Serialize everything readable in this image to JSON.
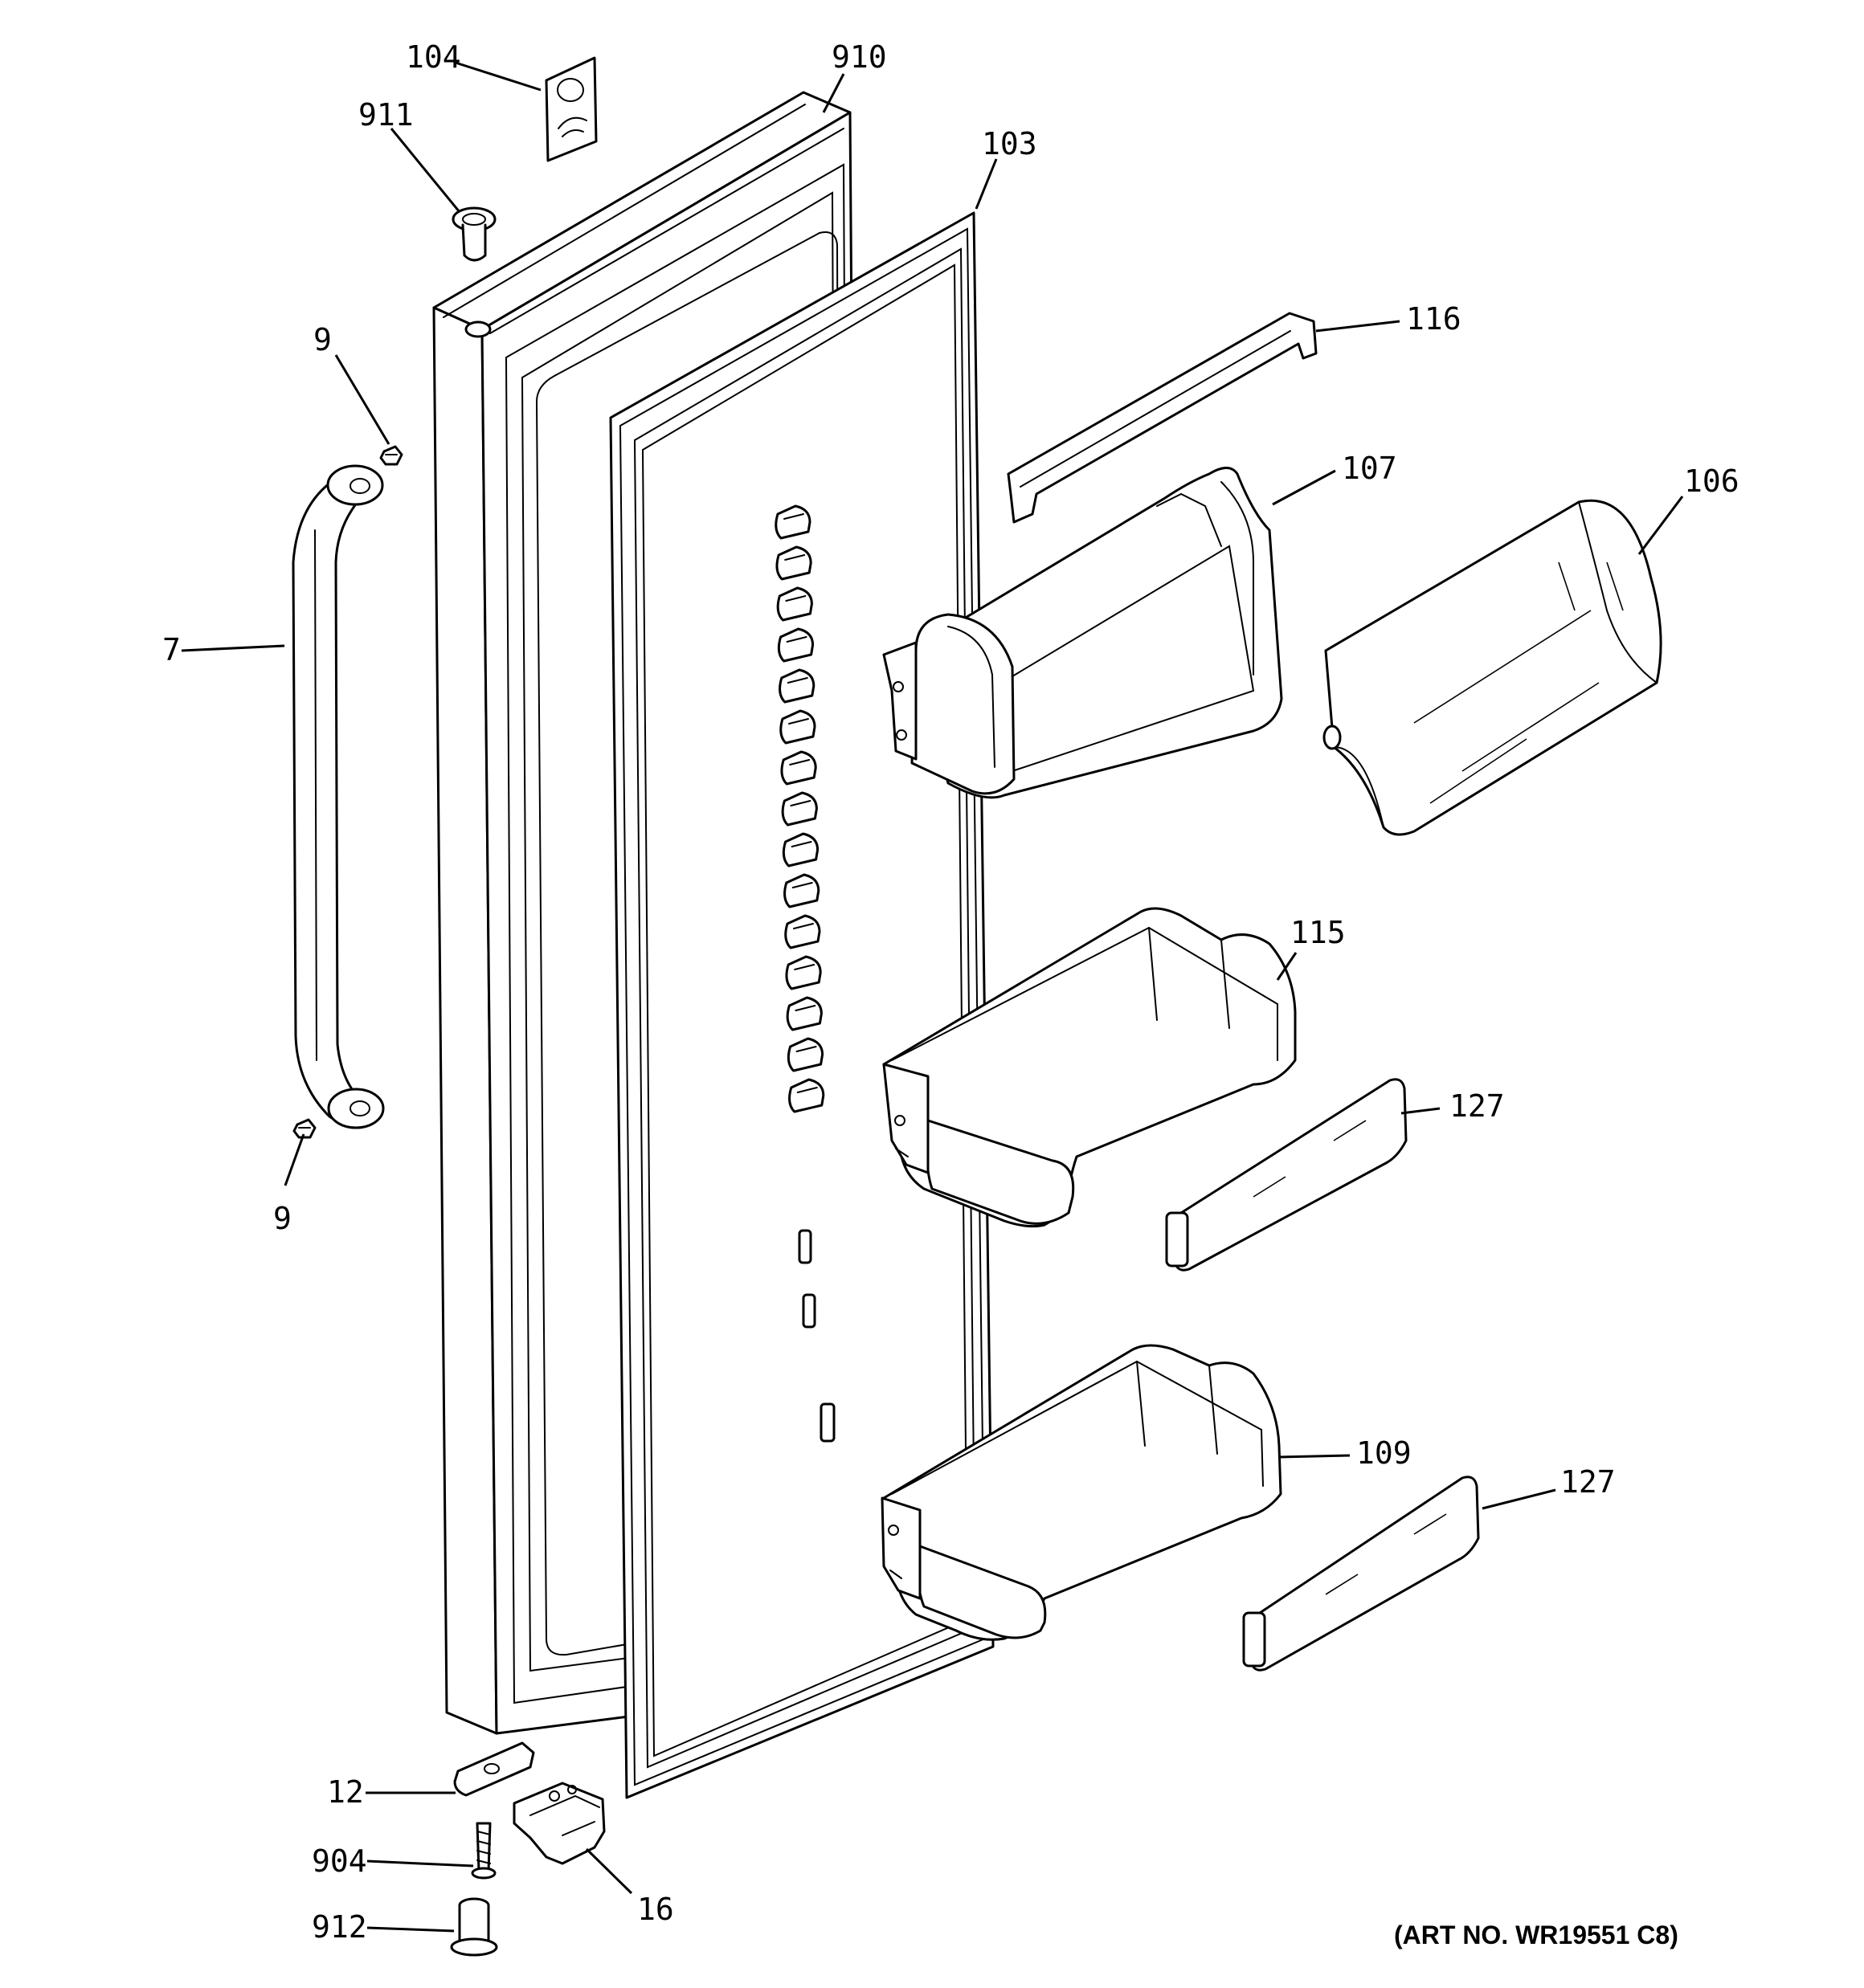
{
  "art_number": "(ART NO. WR19551 C8)",
  "callouts": [
    {
      "id": "104",
      "label": "104"
    },
    {
      "id": "910",
      "label": "910"
    },
    {
      "id": "911",
      "label": "911"
    },
    {
      "id": "103",
      "label": "103"
    },
    {
      "id": "116",
      "label": "116"
    },
    {
      "id": "9-top",
      "label": "9"
    },
    {
      "id": "107",
      "label": "107"
    },
    {
      "id": "106",
      "label": "106"
    },
    {
      "id": "7",
      "label": "7"
    },
    {
      "id": "115",
      "label": "115"
    },
    {
      "id": "127-upper",
      "label": "127"
    },
    {
      "id": "9-bottom",
      "label": "9"
    },
    {
      "id": "109",
      "label": "109"
    },
    {
      "id": "127-lower",
      "label": "127"
    },
    {
      "id": "12",
      "label": "12"
    },
    {
      "id": "904",
      "label": "904"
    },
    {
      "id": "16",
      "label": "16"
    },
    {
      "id": "912",
      "label": "912"
    }
  ]
}
